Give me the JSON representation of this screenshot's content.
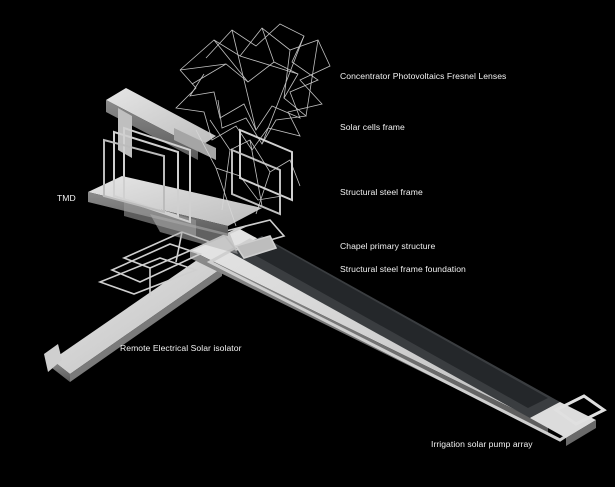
{
  "diagram": {
    "background": "#000000",
    "structure_color": "#d6d6d6",
    "labels": {
      "concentrator": "Concentrator Photovoltaics Fresnel Lenses",
      "solar_cells_frame": "Solar cells frame",
      "structural_steel_frame": "Structural steel frame",
      "tmd": "TMD",
      "chapel_primary_structure": "Chapel primary structure",
      "steel_frame_foundation": "Structural steel frame foundation",
      "remote_isolator": "Remote Electrical Solar isolator",
      "irrigation_pump_array": "Irrigation solar pump array"
    }
  }
}
